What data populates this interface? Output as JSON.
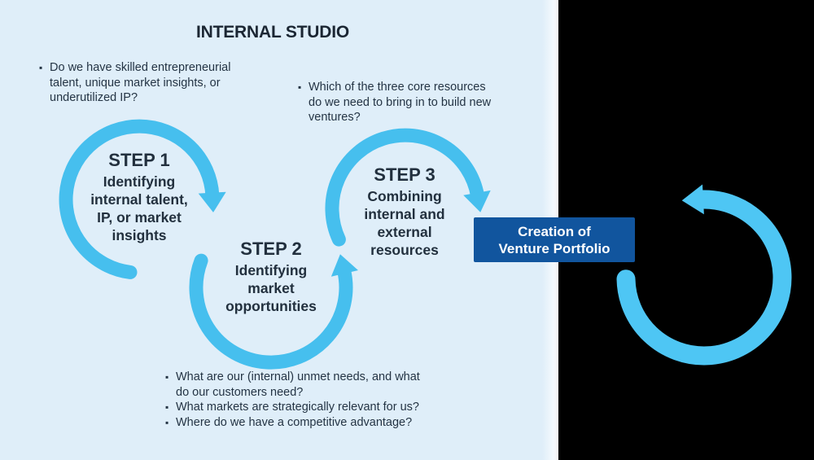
{
  "title": "INTERNAL STUDIO",
  "questions": {
    "internal": {
      "lines": [
        "Do we have skilled entrepreneurial",
        "talent, unique market insights, or",
        "underutilized IP?"
      ]
    },
    "resources": {
      "lines": [
        "Which of the three core resources",
        "do we need to bring in to build new",
        "ventures?"
      ]
    },
    "market": {
      "lines": [
        "What are our (internal) unmet needs, and what",
        "do our customers need?",
        "What markets are strategically relevant for us?",
        "Where do we have a competitive advantage?"
      ]
    }
  },
  "steps": [
    {
      "label": "STEP 1",
      "lines": [
        "Identifying",
        "internal talent,",
        "IP, or market",
        "insights"
      ]
    },
    {
      "label": "STEP 2",
      "lines": [
        "Identifying",
        "market",
        "opportunities"
      ]
    },
    {
      "label": "STEP 3",
      "lines": [
        "Combining",
        "internal and",
        "external",
        "resources"
      ]
    }
  ],
  "outcome": {
    "lines": [
      "Creation of",
      "Venture Portfolio"
    ]
  },
  "bullet_char": "▪",
  "colors": {
    "panel_background": "#dfeef9",
    "backdrop": "#000000",
    "step_arrow": "#46bfee",
    "cycle_arrow": "#4ec6f4",
    "outcome_box": "#11559e",
    "outcome_text": "#ffffff",
    "text": "#22303e"
  }
}
